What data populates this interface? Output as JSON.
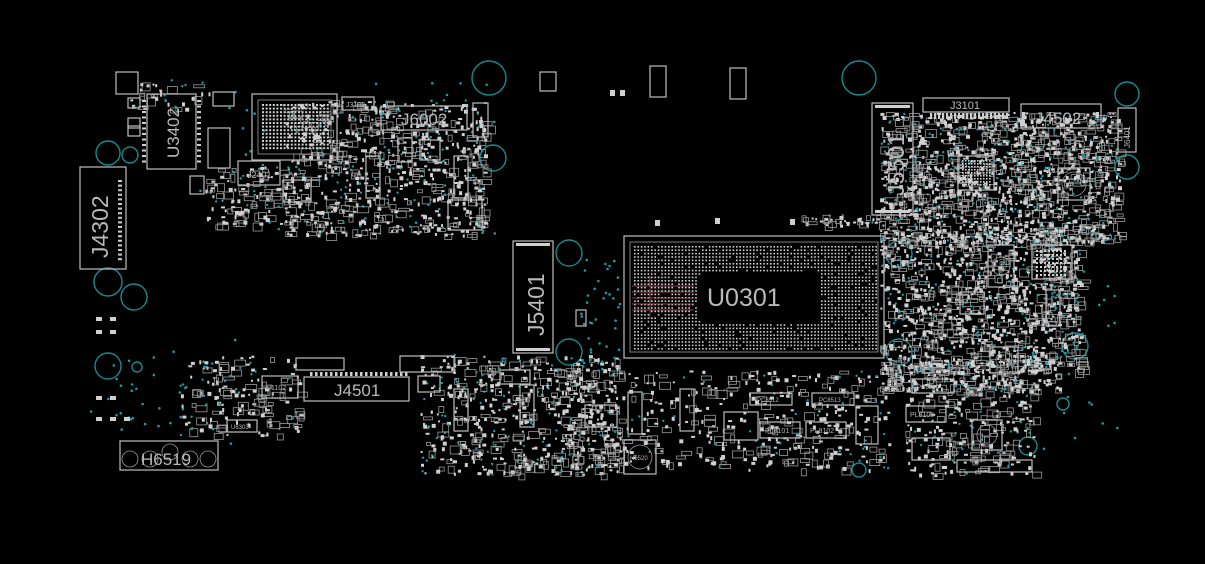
{
  "colors": {
    "background": "#000000",
    "outline": "#bdbdbd",
    "label": "#b9b9b9",
    "hole": "#178b90",
    "via": "#1f9aa0",
    "trace": "#c0506a"
  },
  "labels": {
    "u0301": "U0301",
    "j5401": "J5401",
    "j5501": "J5501",
    "j4302": "J4302",
    "u3402": "U3402",
    "j6002": "J6002",
    "j4501": "J4501",
    "j4502": "J4502",
    "j3101": "J3101",
    "h6519": "H6519",
    "j3102": "J3102",
    "j2401": "J2401",
    "j6401": "J6401",
    "u1102": "U1102",
    "u6303": "U6303",
    "h6520": "H6520",
    "pl8101": "PL8101",
    "pl8102": "PL8102",
    "pl8105": "PL8105",
    "pc8510": "PC8510",
    "pc8512": "PC8512",
    "pc8513": "PC8513",
    "pl2802": "PL2802"
  }
}
